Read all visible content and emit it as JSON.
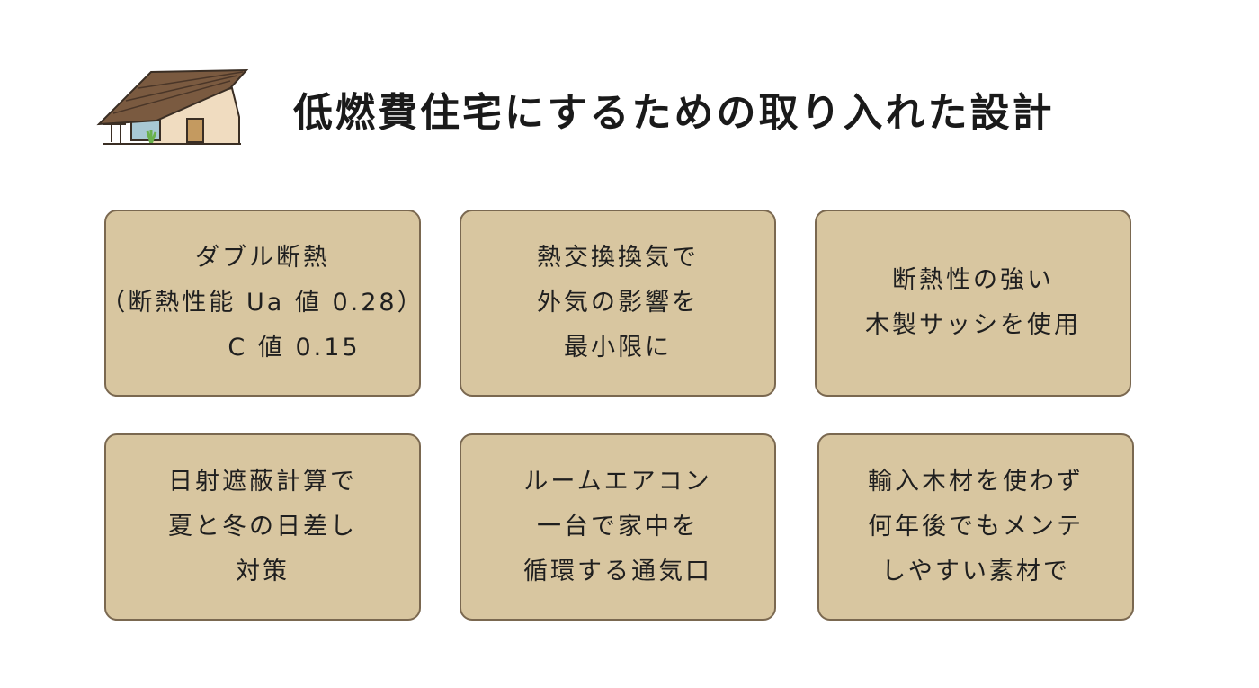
{
  "header": {
    "title": "低燃費住宅にするための取り入れた設計",
    "icon": "house-icon"
  },
  "colors": {
    "card_background": "#d8c6a0",
    "card_border": "#7a6850",
    "roof": "#7a5a40",
    "wall": "#f0dcc0"
  },
  "cards": [
    {
      "lines": [
        "ダブル断熱",
        "（断熱性能 Ua 値 0.28）",
        "C 値 0.15"
      ]
    },
    {
      "lines": [
        "熱交換換気で",
        "外気の影響を",
        "最小限に"
      ]
    },
    {
      "lines": [
        "断熱性の強い",
        "木製サッシを使用"
      ]
    },
    {
      "lines": [
        "日射遮蔽計算で",
        "夏と冬の日差し",
        "対策"
      ]
    },
    {
      "lines": [
        "ルームエアコン",
        "一台で家中を",
        "循環する通気口"
      ]
    },
    {
      "lines": [
        "輸入木材を使わず",
        "何年後でもメンテ",
        "しやすい素材で"
      ]
    }
  ]
}
